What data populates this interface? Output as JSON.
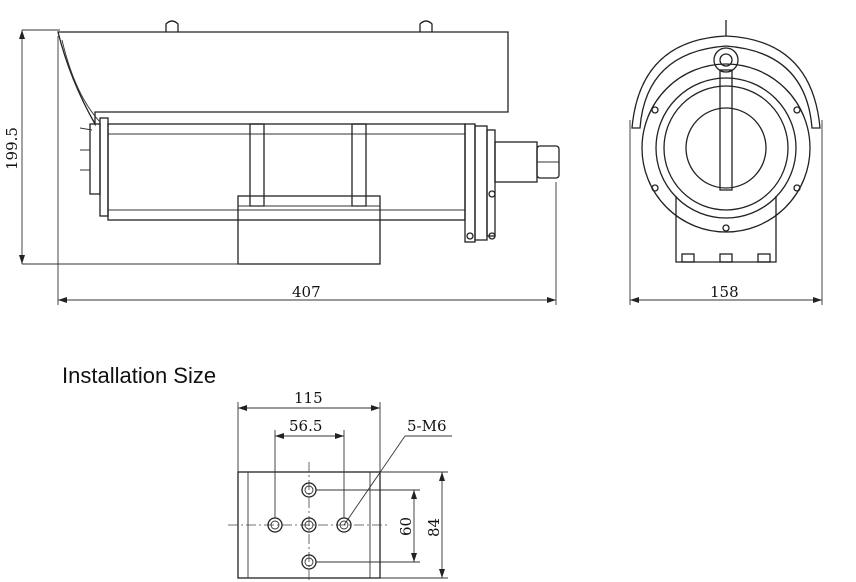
{
  "side_view": {
    "height_dim": "199.5",
    "length_dim": "407"
  },
  "front_view": {
    "width_dim": "158"
  },
  "installation": {
    "heading": "Installation Size",
    "width_dim": "115",
    "offset_dim": "56.5",
    "hole_callout": "5-M6",
    "hole_spacing_dim": "60",
    "plate_height_dim": "84"
  }
}
